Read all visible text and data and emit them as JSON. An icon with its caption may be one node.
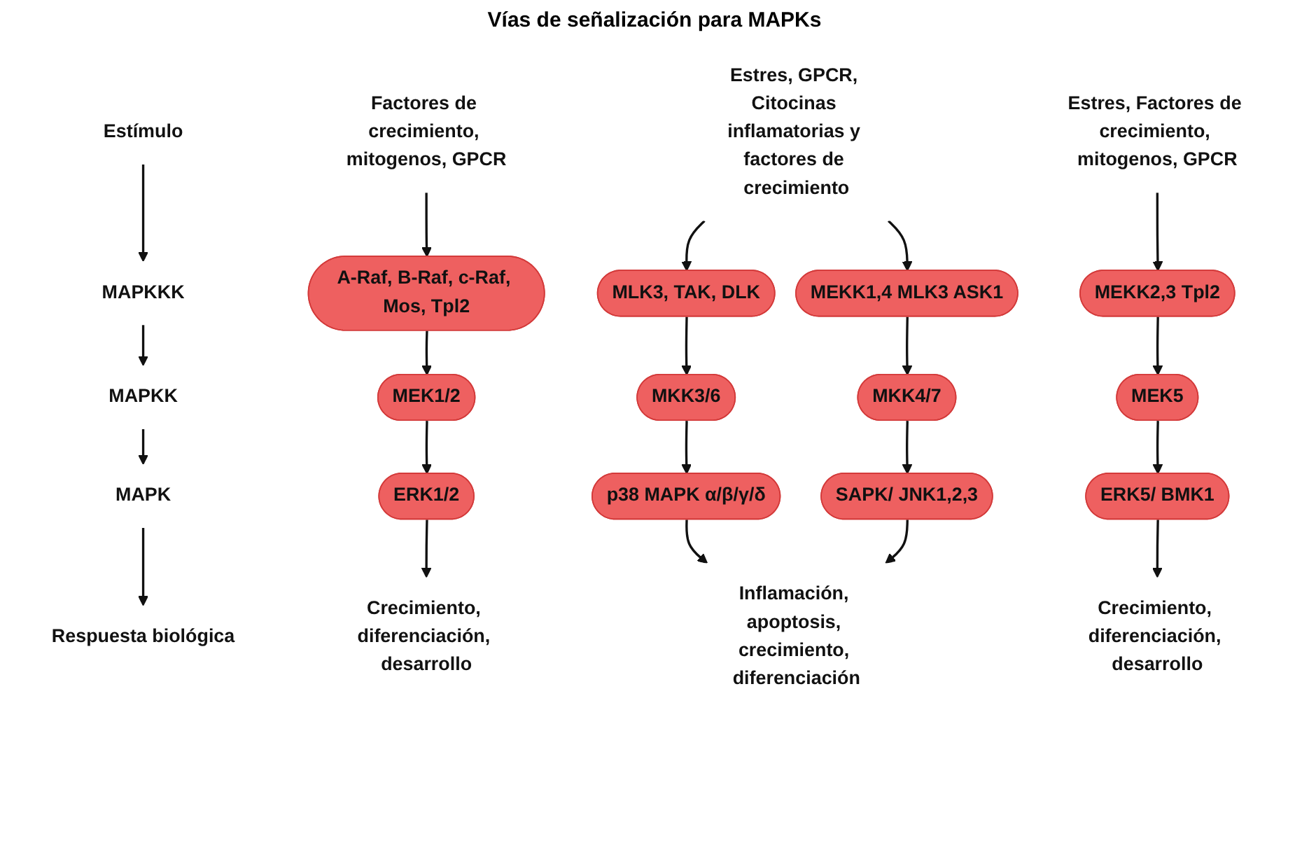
{
  "diagram": {
    "title": "Vías de señalización para MAPKs",
    "nodes": [
      {
        "text": [
          "Estímulo"
        ]
      },
      {
        "text": [
          "MAPKKK"
        ]
      },
      {
        "text": [
          "MAPKK"
        ]
      },
      {
        "text": [
          "MAPK"
        ]
      },
      {
        "text": [
          "Respuesta biológica"
        ]
      },
      {
        "text": [
          "Factores de crecimiento, mitogenos, GPCR"
        ]
      },
      {
        "text": [
          "A-Raf, B-Raf, c-Raf, Mos, Tpl2"
        ]
      },
      {
        "text": [
          "MEK1/2"
        ]
      },
      {
        "text": [
          "ERK1/2"
        ]
      },
      {
        "text": [
          "Crecimiento, diferenciación, desarrollo"
        ]
      },
      {
        "text": [
          "Estres, GPCR, Citocinas inflamatorias y factores de crecimiento"
        ]
      },
      {
        "text": [
          "MLK3, TAK, DLK"
        ]
      },
      {
        "text": [
          "MEKK1,4 MLK3 ASK1"
        ]
      },
      {
        "text": [
          "MKK3/6"
        ]
      },
      {
        "text": [
          "MKK4/7"
        ]
      },
      {
        "text": [
          "p38 MAPK α/β/γ/δ"
        ]
      },
      {
        "text": [
          "SAPK/ JNK1,2,3"
        ]
      },
      {
        "text": [
          "Inflamación, apoptosis, crecimiento, diferenciación"
        ]
      },
      {
        "text": [
          "Estres, Factores de crecimiento, mitogenos, GPCR"
        ]
      },
      {
        "text": [
          "MEKK2,3 Tpl2"
        ]
      },
      {
        "text": [
          "MEK5"
        ]
      },
      {
        "text": [
          "ERK5/ BMK1"
        ]
      },
      {
        "text": [
          "Crecimiento, diferenciación, desarrollo"
        ]
      }
    ],
    "edges": [
      {
        "from": 0,
        "to": 1,
        "arrow": "to"
      },
      {
        "from": 1,
        "to": 2,
        "arrow": "to"
      },
      {
        "from": 2,
        "to": 3,
        "arrow": "to"
      },
      {
        "from": 3,
        "to": 4,
        "arrow": "to"
      },
      {
        "from": 5,
        "to": 6,
        "arrow": "to"
      },
      {
        "from": 6,
        "to": 7,
        "arrow": "to"
      },
      {
        "from": 7,
        "to": 8,
        "arrow": "to"
      },
      {
        "from": 8,
        "to": 9,
        "arrow": "to"
      },
      {
        "from": 10,
        "to": 11,
        "arrow": "to"
      },
      {
        "from": 10,
        "to": 12,
        "arrow": "to"
      },
      {
        "from": 11,
        "to": 13,
        "arrow": "to"
      },
      {
        "from": 12,
        "to": 14,
        "arrow": "to"
      },
      {
        "from": 13,
        "to": 15,
        "arrow": "to"
      },
      {
        "from": 14,
        "to": 16,
        "arrow": "to"
      },
      {
        "from": 15,
        "to": 17,
        "arrow": "to"
      },
      {
        "from": 16,
        "to": 17,
        "arrow": "to"
      },
      {
        "from": 18,
        "to": 19,
        "arrow": "to"
      },
      {
        "from": 19,
        "to": 20,
        "arrow": "to"
      },
      {
        "from": 20,
        "to": 21,
        "arrow": "to"
      },
      {
        "from": 21,
        "to": 22,
        "arrow": "to"
      }
    ]
  }
}
